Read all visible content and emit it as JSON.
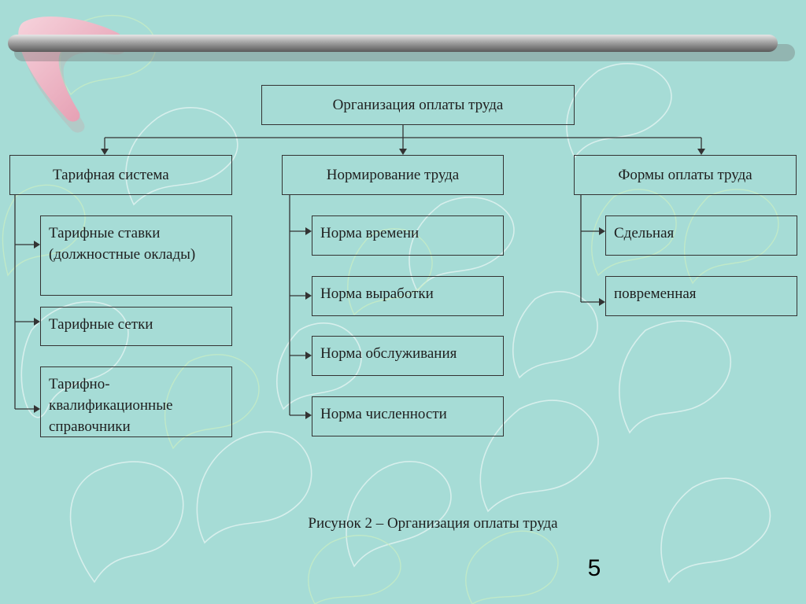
{
  "diagram": {
    "root": "Организация оплаты труда",
    "columns": [
      {
        "title": "Тарифная система",
        "items": [
          "Тарифные ставки (должностные оклады)",
          "Тарифные сетки",
          "Тарифно-квалификационные справочники"
        ]
      },
      {
        "title": "Нормирование труда",
        "items": [
          "Норма времени",
          "Норма выработки",
          "Норма обслуживания",
          "Норма численности"
        ]
      },
      {
        "title": "Формы оплаты труда",
        "items": [
          "Сдельная",
          "повременная"
        ]
      }
    ]
  },
  "caption": "Рисунок 2 – Организация оплаты труда",
  "page_number": "5",
  "colors": {
    "background": "#a6dcd6",
    "bar": "#9a9a9a",
    "boomerang": "#e8a8b8",
    "box_border": "#333333",
    "text": "#1f1f1f"
  }
}
